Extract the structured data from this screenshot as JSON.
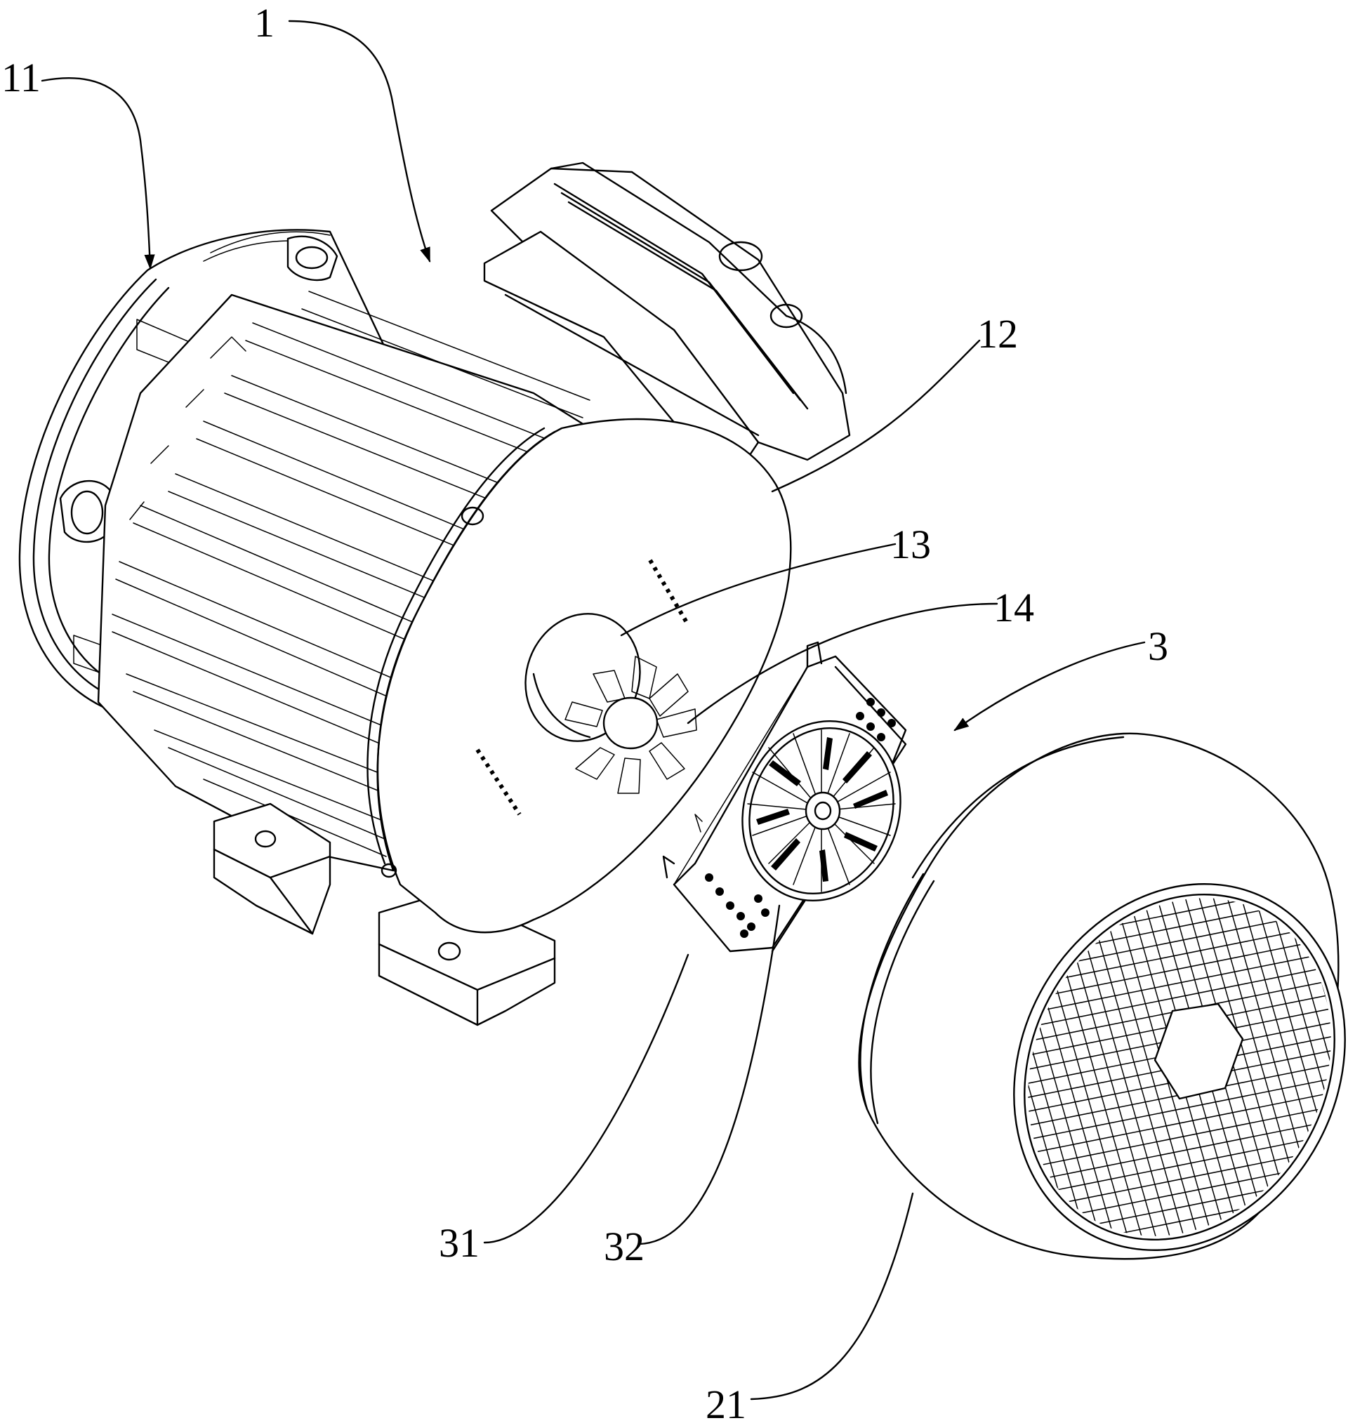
{
  "labels": {
    "l1": "1",
    "l11": "11",
    "l12": "12",
    "l13": "13",
    "l14": "14",
    "l3": "3",
    "l31": "31",
    "l32": "32",
    "l21": "21"
  }
}
